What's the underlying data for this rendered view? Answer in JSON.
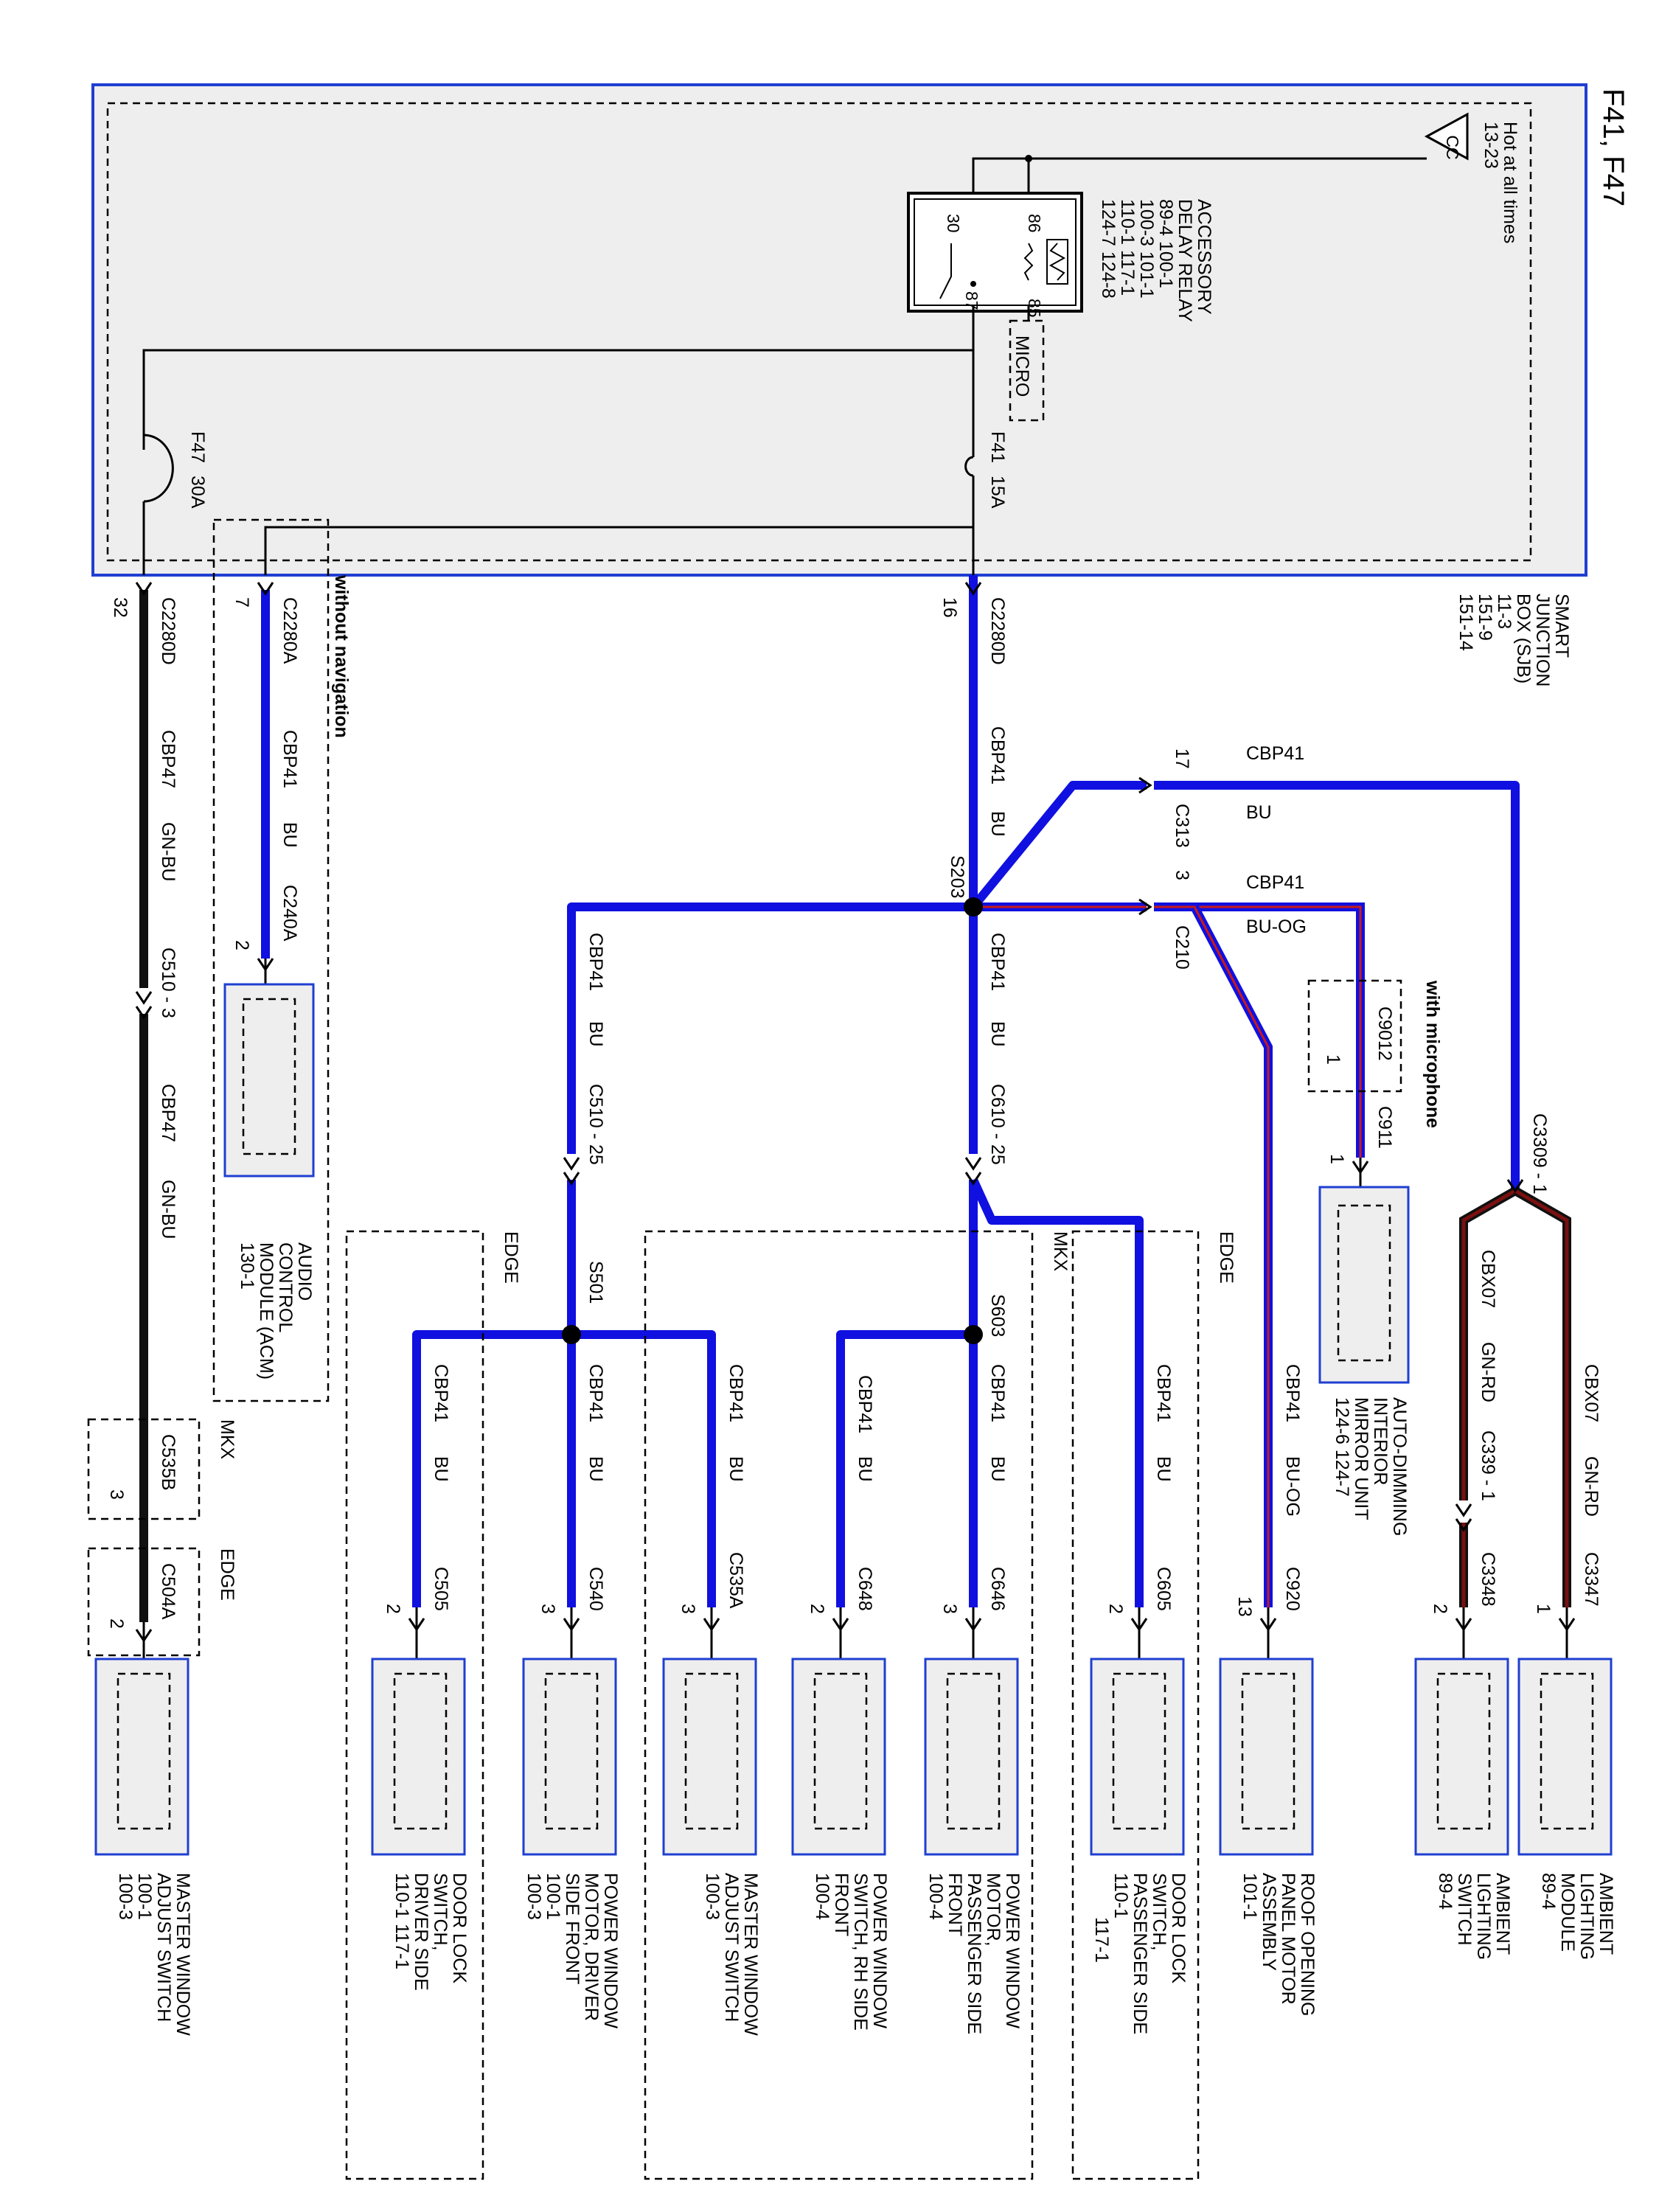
{
  "title": "F41, F47",
  "hot_source": {
    "text": "Hot at all times",
    "ref": "13-23",
    "symbol": "CC"
  },
  "sjb": {
    "lines": [
      "SMART",
      "JUNCTION",
      "BOX (SJB)",
      "11-3",
      "151-9",
      "151-14"
    ]
  },
  "relay": {
    "lines": [
      "ACCESSORY",
      "DELAY RELAY",
      "89-4      100-1",
      "100-3    101-1",
      "110-1    117-1",
      "124-7    124-8"
    ],
    "pins": [
      "86",
      "85",
      "30",
      "87"
    ],
    "micro": "MICRO"
  },
  "fuses": {
    "f41": "F41",
    "f41_rating": "15A",
    "f47": "F47",
    "f47_rating": "30A"
  },
  "labels": {
    "c2280d_a": "C2280D",
    "pin16": "16",
    "c2280d_b": "C2280D",
    "pin32": "32",
    "c2280a": "C2280A",
    "pin7": "7",
    "without_nav": "without navigation",
    "cbp41": "CBP41",
    "bu": "BU",
    "bu_og": "BU-OG",
    "cbp47": "CBP47",
    "gn_bu": "GN-BU",
    "cbx07": "CBX07",
    "gn_rd": "GN-RD",
    "s203": "S203",
    "s501": "S501",
    "s603": "S603",
    "c313": "C313",
    "pin17": "17",
    "c210": "C210",
    "pin3": "3",
    "c240a": "C240A",
    "pin2": "2",
    "c510_3": "C510 - 3",
    "c510_25": "C510 - 25",
    "c610_25": "C610 - 25",
    "c3309": "C3309 - 1",
    "c339": "C339 - 1",
    "c9012": "C9012",
    "pin1": "1",
    "c911": "C911",
    "with_mic": "with microphone",
    "c535b": "C535B",
    "c504a": "C504A",
    "mkx": "MKX",
    "edge": "EDGE",
    "c505": "C505",
    "c540": "C540",
    "c535a": "C535A",
    "c648": "C648",
    "c646": "C646",
    "c605": "C605",
    "c920": "C920",
    "c3348": "C3348",
    "c3347": "C3347",
    "pin13": "13"
  },
  "components": {
    "acm": [
      "AUDIO",
      "CONTROL",
      "MODULE (ACM)",
      "130-1"
    ],
    "mirror": [
      "AUTO-DIMMING",
      "INTERIOR",
      "MIRROR UNIT",
      "124-6    124-7"
    ],
    "master_sw_left": [
      "MASTER WINDOW",
      "ADJUST SWITCH",
      "100-1",
      "100-3"
    ],
    "door_lock_driver": [
      "DOOR LOCK",
      "SWITCH,",
      "DRIVER SIDE",
      "110-1    117-1"
    ],
    "pw_motor_driver": [
      "POWER WINDOW",
      "MOTOR, DRIVER",
      "SIDE FRONT",
      "100-1",
      "100-3"
    ],
    "master_sw_mid": [
      "MASTER WINDOW",
      "ADJUST SWITCH",
      "100-3"
    ],
    "pw_switch_rh": [
      "POWER WINDOW",
      "SWITCH, RH SIDE",
      "FRONT",
      "100-4"
    ],
    "pw_motor_pass": [
      "POWER WINDOW",
      "MOTOR,",
      "PASSENGER SIDE",
      "FRONT",
      "100-4"
    ],
    "door_lock_pass": [
      "DOOR LOCK",
      "SWITCH,",
      "PASSENGER SIDE",
      "110-1",
      "117-1"
    ],
    "roof_motor": [
      "ROOF OPENING",
      "PANEL MOTOR",
      "ASSEMBLY",
      "101-1"
    ],
    "amb_switch": [
      "AMBIENT",
      "LIGHTING",
      "SWITCH",
      "89-4"
    ],
    "amb_module": [
      "AMBIENT",
      "LIGHTING",
      "MODULE",
      "89-4"
    ]
  },
  "colors": {
    "wire_blue": "#1010e0",
    "wire_red": "#c81a1a",
    "wire_black": "#101010",
    "wire_brown": "#4a1010",
    "frame_blue": "#1f3fd1"
  }
}
